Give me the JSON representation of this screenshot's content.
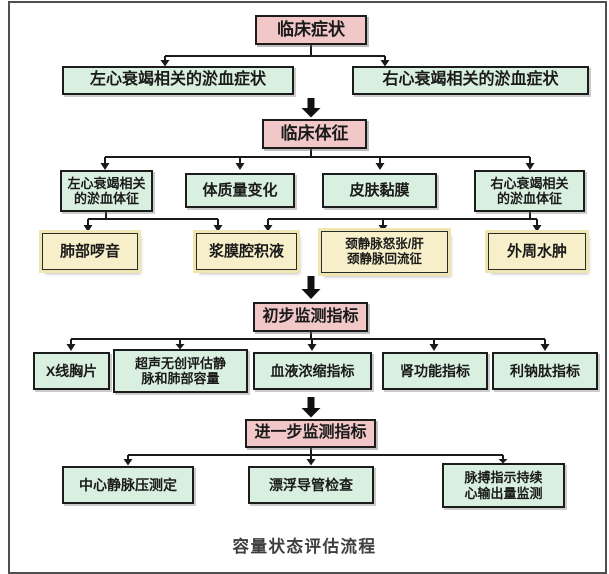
{
  "colors": {
    "header_pink": "#f1c7c7",
    "node_green": "#d9efdf",
    "finding_yellow": "#f6efc9",
    "line_black": "#1a1a1a",
    "frame_gray": "#4f4f4f"
  },
  "flowchart": {
    "caption": "容量状态评估流程",
    "clinical_symptoms": {
      "label": "临床症状"
    },
    "symptom_nodes": [
      {
        "lines": [
          "左心衰竭相关的淤血症状"
        ]
      },
      {
        "lines": [
          "右心衰竭相关的淤血症状"
        ]
      }
    ],
    "clinical_signs": {
      "label": "临床体征"
    },
    "sign_nodes": [
      {
        "lines": [
          "左心衰竭相关",
          "的淤血体征"
        ]
      },
      {
        "lines": [
          "体质量变化"
        ]
      },
      {
        "lines": [
          "皮肤黏膜"
        ]
      },
      {
        "lines": [
          "右心衰竭相关",
          "的淤血体征"
        ]
      }
    ],
    "finding_nodes": [
      {
        "lines": [
          "肺部啰音"
        ]
      },
      {
        "lines": [
          "浆膜腔积液"
        ]
      },
      {
        "lines": [
          "颈静脉怒张/肝",
          "颈静脉回流征"
        ]
      },
      {
        "lines": [
          "外周水肿"
        ]
      }
    ],
    "initial_monitoring": {
      "label": "初步监测指标"
    },
    "initial_nodes": [
      {
        "lines": [
          "X线胸片"
        ]
      },
      {
        "lines": [
          "超声无创评估静",
          "脉和肺部容量"
        ]
      },
      {
        "lines": [
          "血液浓缩指标"
        ]
      },
      {
        "lines": [
          "肾功能指标"
        ]
      },
      {
        "lines": [
          "利钠肽指标"
        ]
      }
    ],
    "further_monitoring": {
      "label": "进一步监测指标"
    },
    "further_nodes": [
      {
        "lines": [
          "中心静脉压测定"
        ]
      },
      {
        "lines": [
          "漂浮导管检查"
        ]
      },
      {
        "lines": [
          "脉搏指示持续",
          "心输出量监测"
        ]
      }
    ]
  }
}
